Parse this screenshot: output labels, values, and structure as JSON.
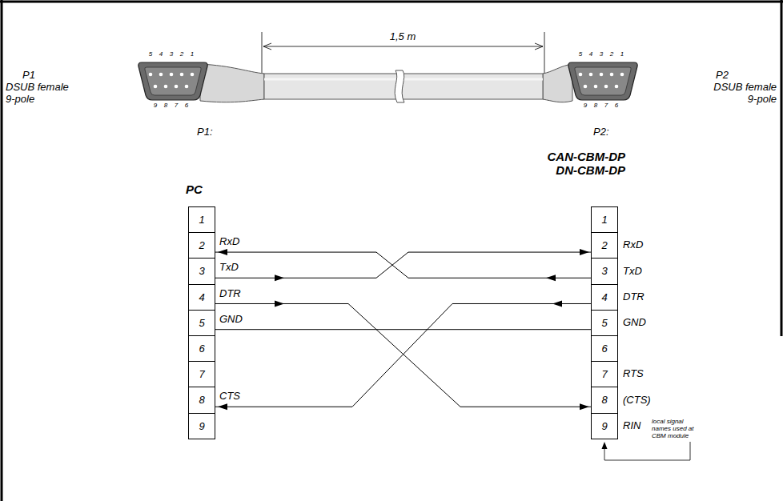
{
  "diagram": {
    "nodes": [
      {
        "text": [
          "1"
        ]
      },
      {
        "text": [
          "2"
        ]
      },
      {
        "text": [
          "3"
        ]
      },
      {
        "text": [
          "4"
        ]
      },
      {
        "text": [
          "5"
        ]
      },
      {
        "text": [
          "6"
        ]
      },
      {
        "text": [
          "7"
        ]
      },
      {
        "text": [
          "8"
        ]
      },
      {
        "text": [
          "9"
        ]
      },
      {
        "text": [
          "1"
        ]
      },
      {
        "text": [
          "2"
        ]
      },
      {
        "text": [
          "3"
        ]
      },
      {
        "text": [
          "4"
        ]
      },
      {
        "text": [
          "5"
        ]
      },
      {
        "text": [
          "6"
        ]
      },
      {
        "text": [
          "7"
        ]
      },
      {
        "text": [
          "8"
        ]
      },
      {
        "text": [
          "9"
        ]
      }
    ],
    "edges": [
      {
        "from": 11,
        "to": 1,
        "arrow": "to"
      },
      {
        "from": 2,
        "to": 10,
        "arrow": "to"
      },
      {
        "from": 3,
        "to": 16,
        "arrow": "to"
      },
      {
        "from": 12,
        "to": 7,
        "arrow": "to"
      },
      {
        "from": 4,
        "to": 13,
        "arrow": "none"
      }
    ],
    "labels": [
      "1,5 m",
      "P1",
      "DSUB female",
      "9-pole",
      "P2",
      "DSUB female",
      "9-pole",
      "5",
      "4",
      "3",
      "2",
      "1",
      "9",
      "8",
      "7",
      "6",
      "5",
      "4",
      "3",
      "2",
      "1",
      "9",
      "8",
      "7",
      "6",
      "P1:",
      "P2:",
      "PC",
      "CAN-CBM-DP DN-CBM-DP",
      "RxD",
      "TxD",
      "DTR",
      "GND",
      "CTS",
      "RxD",
      "TxD",
      "DTR",
      "GND",
      "RTS",
      "(CTS)",
      "RIN",
      "local signal names used at CBM module"
    ]
  }
}
